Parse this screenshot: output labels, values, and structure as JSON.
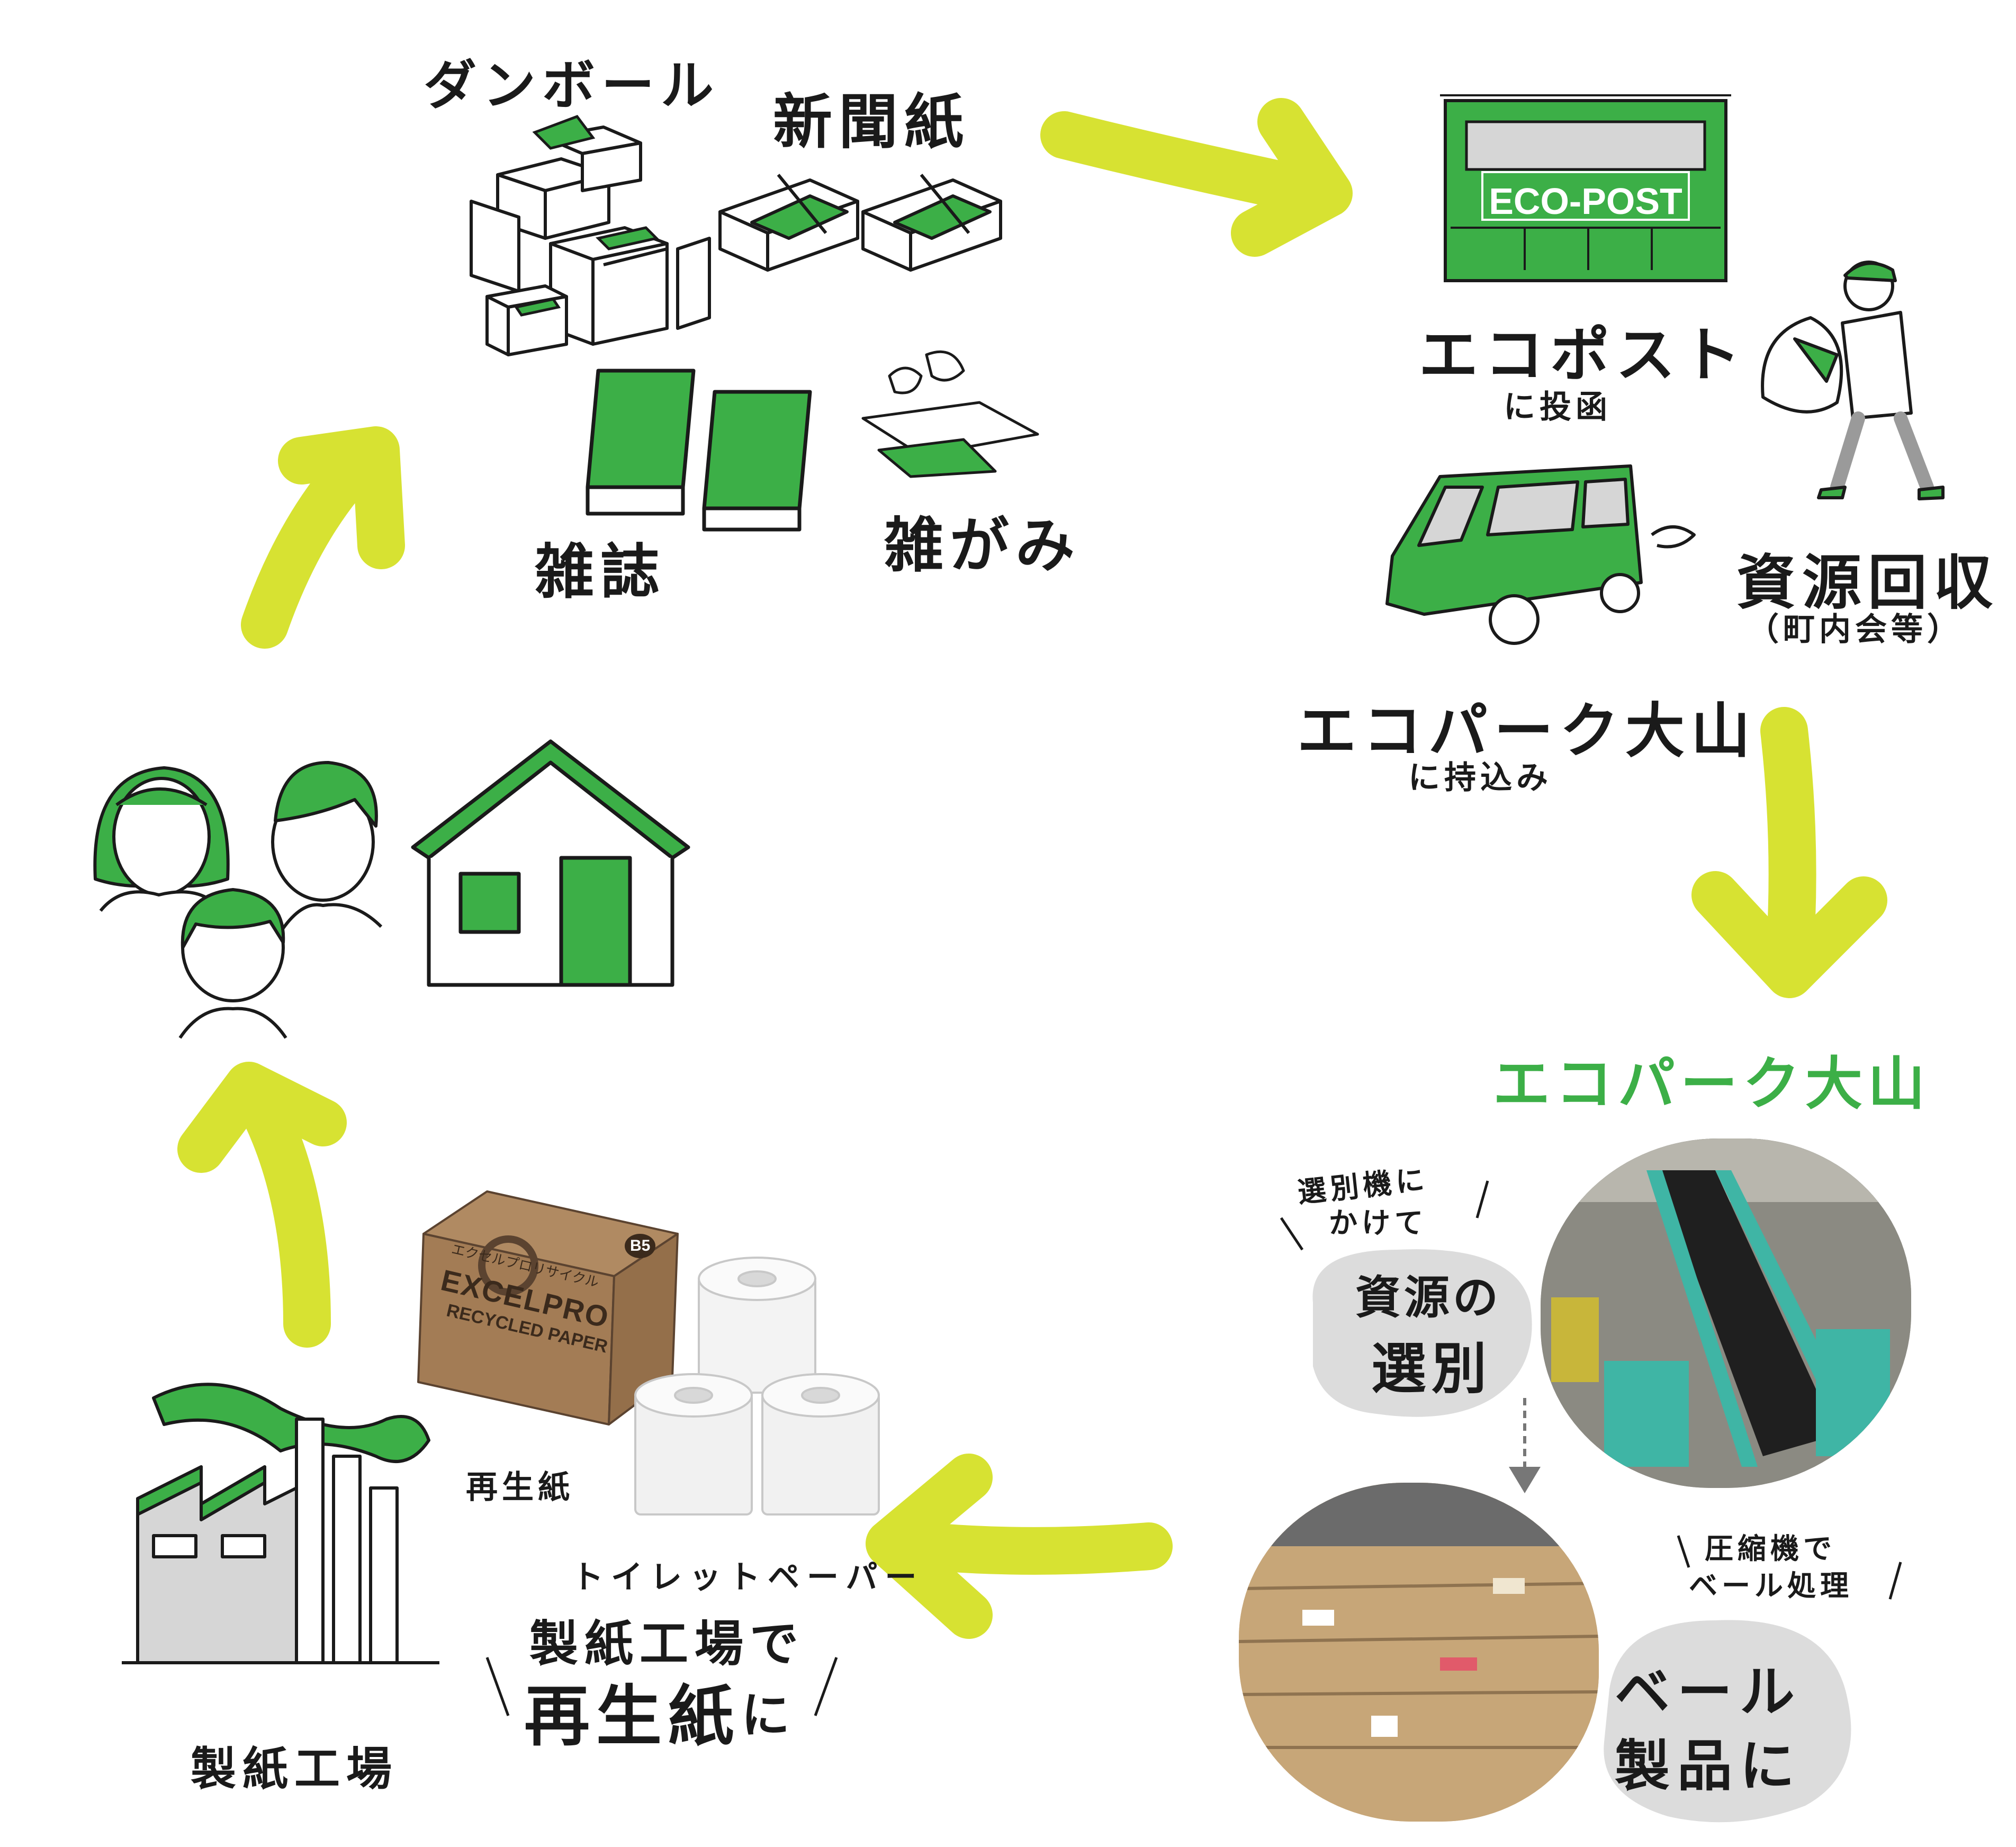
{
  "colors": {
    "green": "#3caf47",
    "arrow": "#d7e232",
    "ink": "#1a1a1a",
    "grey": "#dcdcdc"
  },
  "items": {
    "cardboard": "ダンボール",
    "newspaper": "新聞紙",
    "magazine": "雑誌",
    "misc_paper": "雑がみ"
  },
  "ecopost": {
    "sign": "ECO-POST",
    "label": "エコポスト",
    "sub": "に投函"
  },
  "collection": {
    "label": "資源回収",
    "sub": "（町内会等）"
  },
  "dropoff": {
    "label": "エコパーク大山",
    "sub": "に持込み"
  },
  "facility": {
    "title": "エコパーク大山",
    "sort_note_1": "選別機に",
    "sort_note_2": "かけて",
    "sort_blob_1": "資源の",
    "sort_blob_2": "選別",
    "press_note_1": "圧縮機で",
    "press_note_2": "ベール処理",
    "bale_blob_1": "ベール",
    "bale_blob_2": "製品に"
  },
  "mill": {
    "caption_1": "製紙工場で",
    "caption_2a": "再生紙",
    "caption_2b": "に",
    "label": "製紙工場"
  },
  "products": {
    "recycled_paper": "再生紙",
    "toilet_paper": "トイレットペーパー",
    "box_brand": "EXCELPRO",
    "box_sub": "RECYCLED PAPER",
    "box_kana": "エクセルプロリサイクル",
    "box_size": "B5"
  }
}
